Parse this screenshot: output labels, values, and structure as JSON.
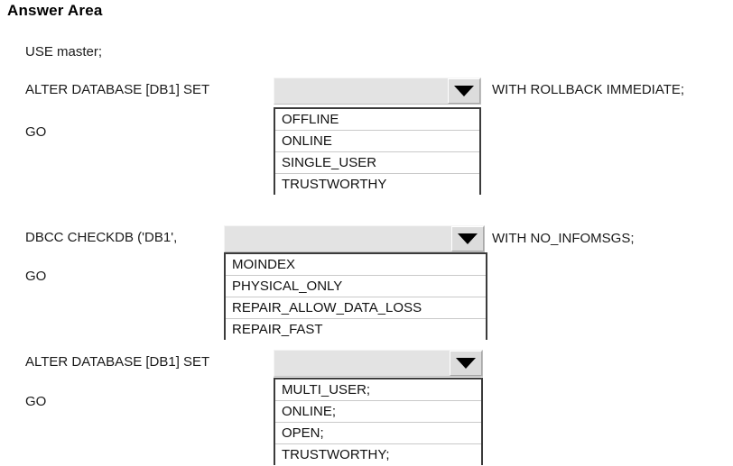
{
  "page": {
    "title": "Answer Area"
  },
  "blocks": [
    {
      "id": "block-1",
      "lines": {
        "use_master": "USE master;",
        "statement": "ALTER DATABASE [DB1] SET",
        "suffix": "WITH ROLLBACK IMMEDIATE;",
        "go": "GO"
      },
      "dropdown": {
        "selected": "",
        "arrow_icon": "chevron-down-icon",
        "expanded": true,
        "options": [
          "OFFLINE",
          "ONLINE",
          "SINGLE_USER",
          "TRUSTWORTHY"
        ]
      }
    },
    {
      "id": "block-2",
      "lines": {
        "statement": "DBCC CHECKDB ('DB1',",
        "suffix": "WITH NO_INFOMSGS;",
        "go": "GO"
      },
      "dropdown": {
        "selected": "",
        "arrow_icon": "chevron-down-icon",
        "expanded": true,
        "options": [
          "MOINDEX",
          "PHYSICAL_ONLY",
          "REPAIR_ALLOW_DATA_LOSS",
          "REPAIR_FAST"
        ]
      }
    },
    {
      "id": "block-3",
      "lines": {
        "statement": "ALTER DATABASE [DB1] SET",
        "suffix": "",
        "go": "GO"
      },
      "dropdown": {
        "selected": "",
        "arrow_icon": "chevron-down-icon",
        "expanded": true,
        "options": [
          "MULTI_USER;",
          "ONLINE;",
          "OPEN;",
          "TRUSTWORTHY;"
        ]
      }
    }
  ],
  "colors": {
    "background": "#ffffff",
    "text": "#000000",
    "combo_fill": "#e3e3e3",
    "combo_button": "#dcdcdc",
    "list_border": "#3b3b3b",
    "row_divider": "#c9c9c9"
  }
}
